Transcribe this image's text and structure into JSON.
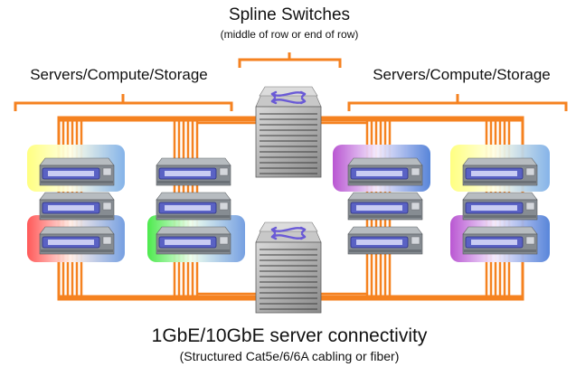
{
  "top_title": "Spline Switches",
  "top_subtitle": "(middle of row or end of row)",
  "left_group_label": "Servers/Compute/Storage",
  "right_group_label": "Servers/Compute/Storage",
  "bottom_title": "1GbE/10GbE server connectivity",
  "bottom_subtitle": "(Structured Cat5e/6/6A cabling or fiber)",
  "colors": {
    "cabling_orange": "#f58220",
    "switch_gray": "#a9a9a9",
    "server_gray": "#8f959b",
    "server_bezel_blue": "#5a62c4",
    "switch_arrow_purple": "#6a5ad6"
  },
  "icons": [
    "spine-switch-icon",
    "server-icon",
    "bracket-icon"
  ]
}
